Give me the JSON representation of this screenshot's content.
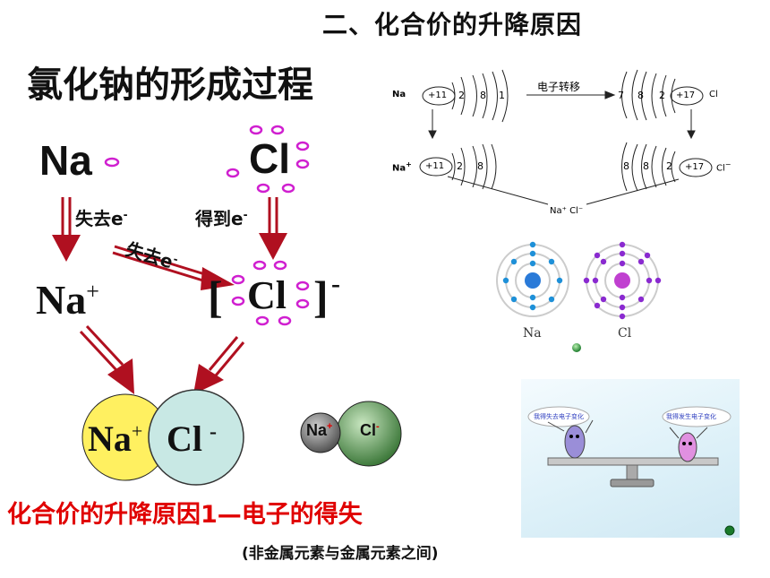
{
  "slide": {
    "heading": "二、化合价的升降原因",
    "subtitle": "氯化钠的形成过程",
    "na_atom": "Na",
    "cl_atom": "Cl",
    "lose_label": "失去e",
    "gain_label": "得到e",
    "transfer_label": "失去e",
    "electron_sup": "-",
    "na_ion": "Na",
    "na_ion_charge": "+",
    "cl_ion": "Cl",
    "bracket_open": "[",
    "bracket_close": "]",
    "cl_ion_charge": "-",
    "compound_na": "Na",
    "compound_na_charge": "+",
    "compound_cl": "Cl",
    "compound_cl_charge": "-",
    "small_na": "Na",
    "small_na_charge": "+",
    "small_cl": "Cl",
    "small_cl_charge": "-",
    "red_statement": "化合价的升降原因1—电子的得失",
    "note": "(非金属元素与金属元素之间)"
  },
  "transfer_diagram": {
    "na_symbol": "Na",
    "na_nucleus": "+11",
    "na_shells": [
      "2",
      "8",
      "1"
    ],
    "arrow_label": "电子转移",
    "cl_shells": [
      "7",
      "8",
      "2"
    ],
    "cl_nucleus": "+17",
    "cl_symbol": "Cl",
    "na_ion_symbol": "Na",
    "na_ion_charge": "+",
    "na_ion_shells": [
      "2",
      "8"
    ],
    "cl_ion_shells": [
      "8",
      "8",
      "2"
    ],
    "cl_ion_symbol": "Cl",
    "cl_ion_charge": "−",
    "product": "Na⁺ Cl⁻"
  },
  "bohr_models": {
    "na_label": "Na",
    "cl_label": "Cl"
  },
  "seesaw": {
    "left_cloud": "我得失去电子变化",
    "right_cloud": "我得发生电子变化"
  },
  "colors": {
    "arrow": "#b01020",
    "electron_dot": "#d020d0",
    "na_circle": "#fff060",
    "cl_circle": "#c8e8e4",
    "statement": "#e00000"
  }
}
